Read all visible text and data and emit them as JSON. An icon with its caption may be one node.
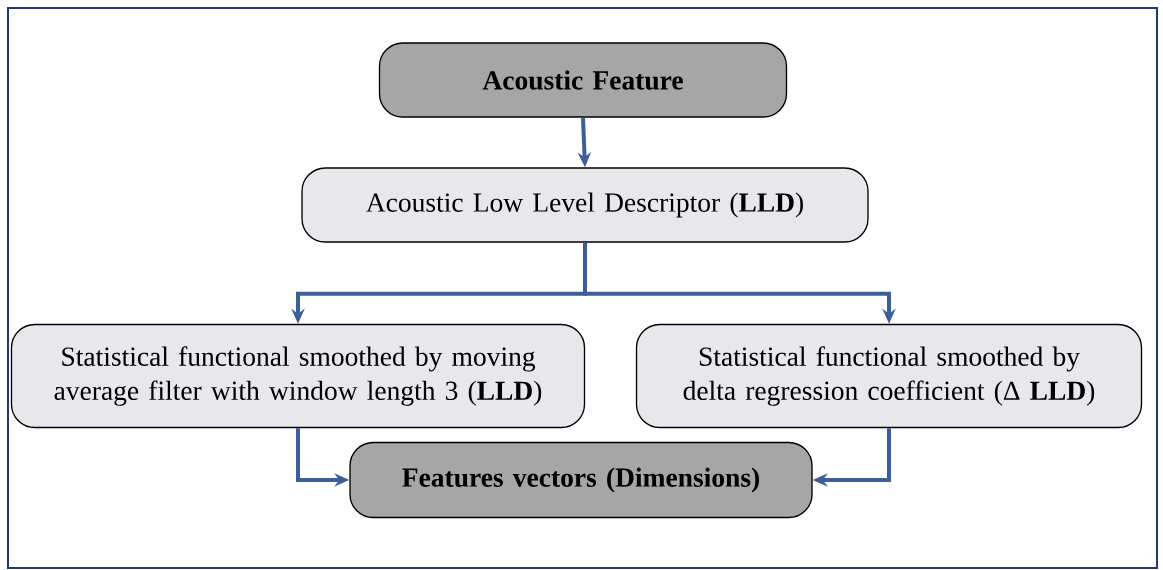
{
  "diagram": {
    "nodes": [
      {
        "text": [
          "Acoustic Feature"
        ]
      },
      {
        "text": [
          "Acoustic Low Level Descriptor (**LLD**)"
        ]
      },
      {
        "text": [
          "Statistical functional smoothed by moving average filter with window length 3 (**LLD**)"
        ]
      },
      {
        "text": [
          "Statistical functional smoothed by delta regression coefficient (Δ **LLD**)"
        ]
      },
      {
        "text": [
          "Features vectors (Dimensions)"
        ]
      }
    ],
    "edges": [
      {
        "from": 0,
        "to": 1,
        "arrow": "to"
      },
      {
        "from": 1,
        "to": 2,
        "arrow": "to"
      },
      {
        "from": 1,
        "to": 3,
        "arrow": "to"
      },
      {
        "from": 2,
        "to": 4,
        "arrow": "to"
      },
      {
        "from": 3,
        "to": 4,
        "arrow": "to"
      }
    ]
  }
}
